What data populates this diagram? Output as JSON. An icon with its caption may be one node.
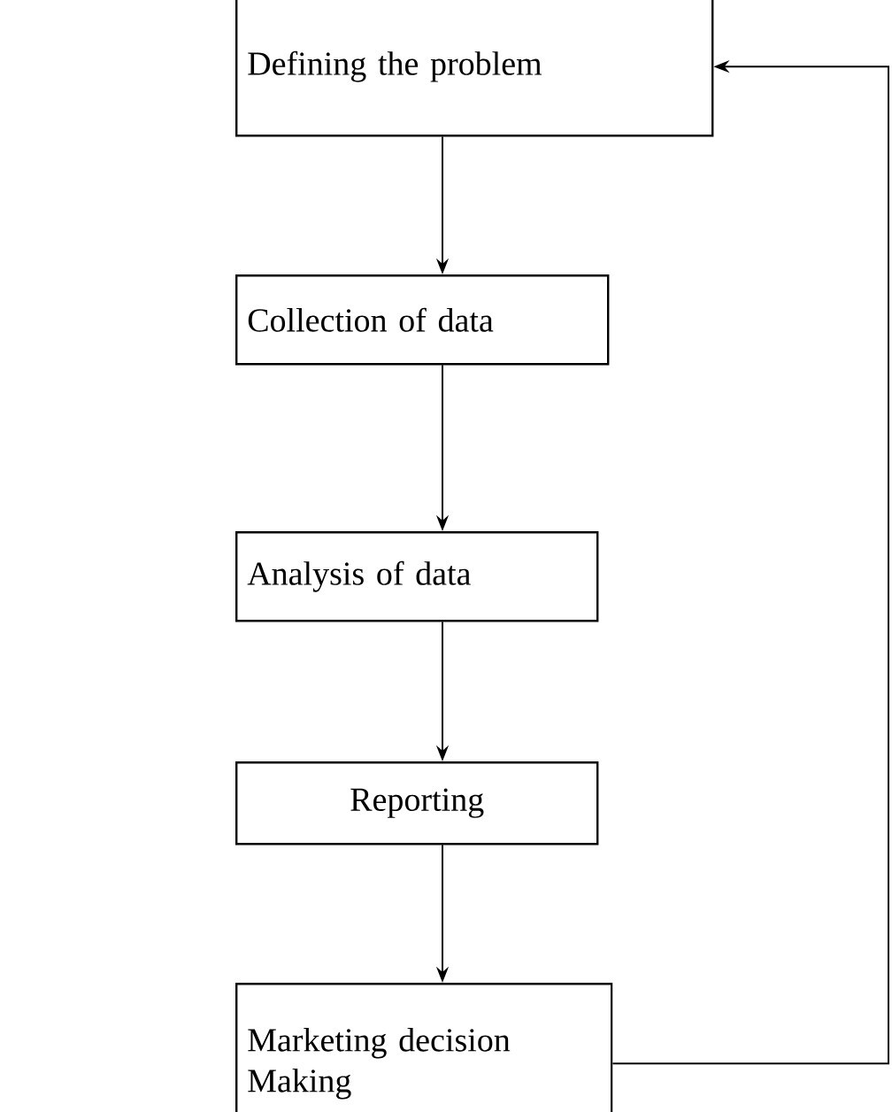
{
  "diagram": {
    "nodes": [
      {
        "text": [
          "Defining the problem"
        ]
      },
      {
        "text": [
          "Collection of data"
        ]
      },
      {
        "text": [
          "Analysis of data"
        ]
      },
      {
        "text": [
          "Reporting"
        ]
      },
      {
        "text": [
          "Marketing decision Making"
        ]
      }
    ],
    "edges": [
      {
        "from": 0,
        "to": 1,
        "arrow": "to"
      },
      {
        "from": 1,
        "to": 2,
        "arrow": "to"
      },
      {
        "from": 2,
        "to": 3,
        "arrow": "to"
      },
      {
        "from": 3,
        "to": 4,
        "arrow": "to"
      },
      {
        "from": 4,
        "to": 0,
        "arrow": "to"
      }
    ]
  }
}
